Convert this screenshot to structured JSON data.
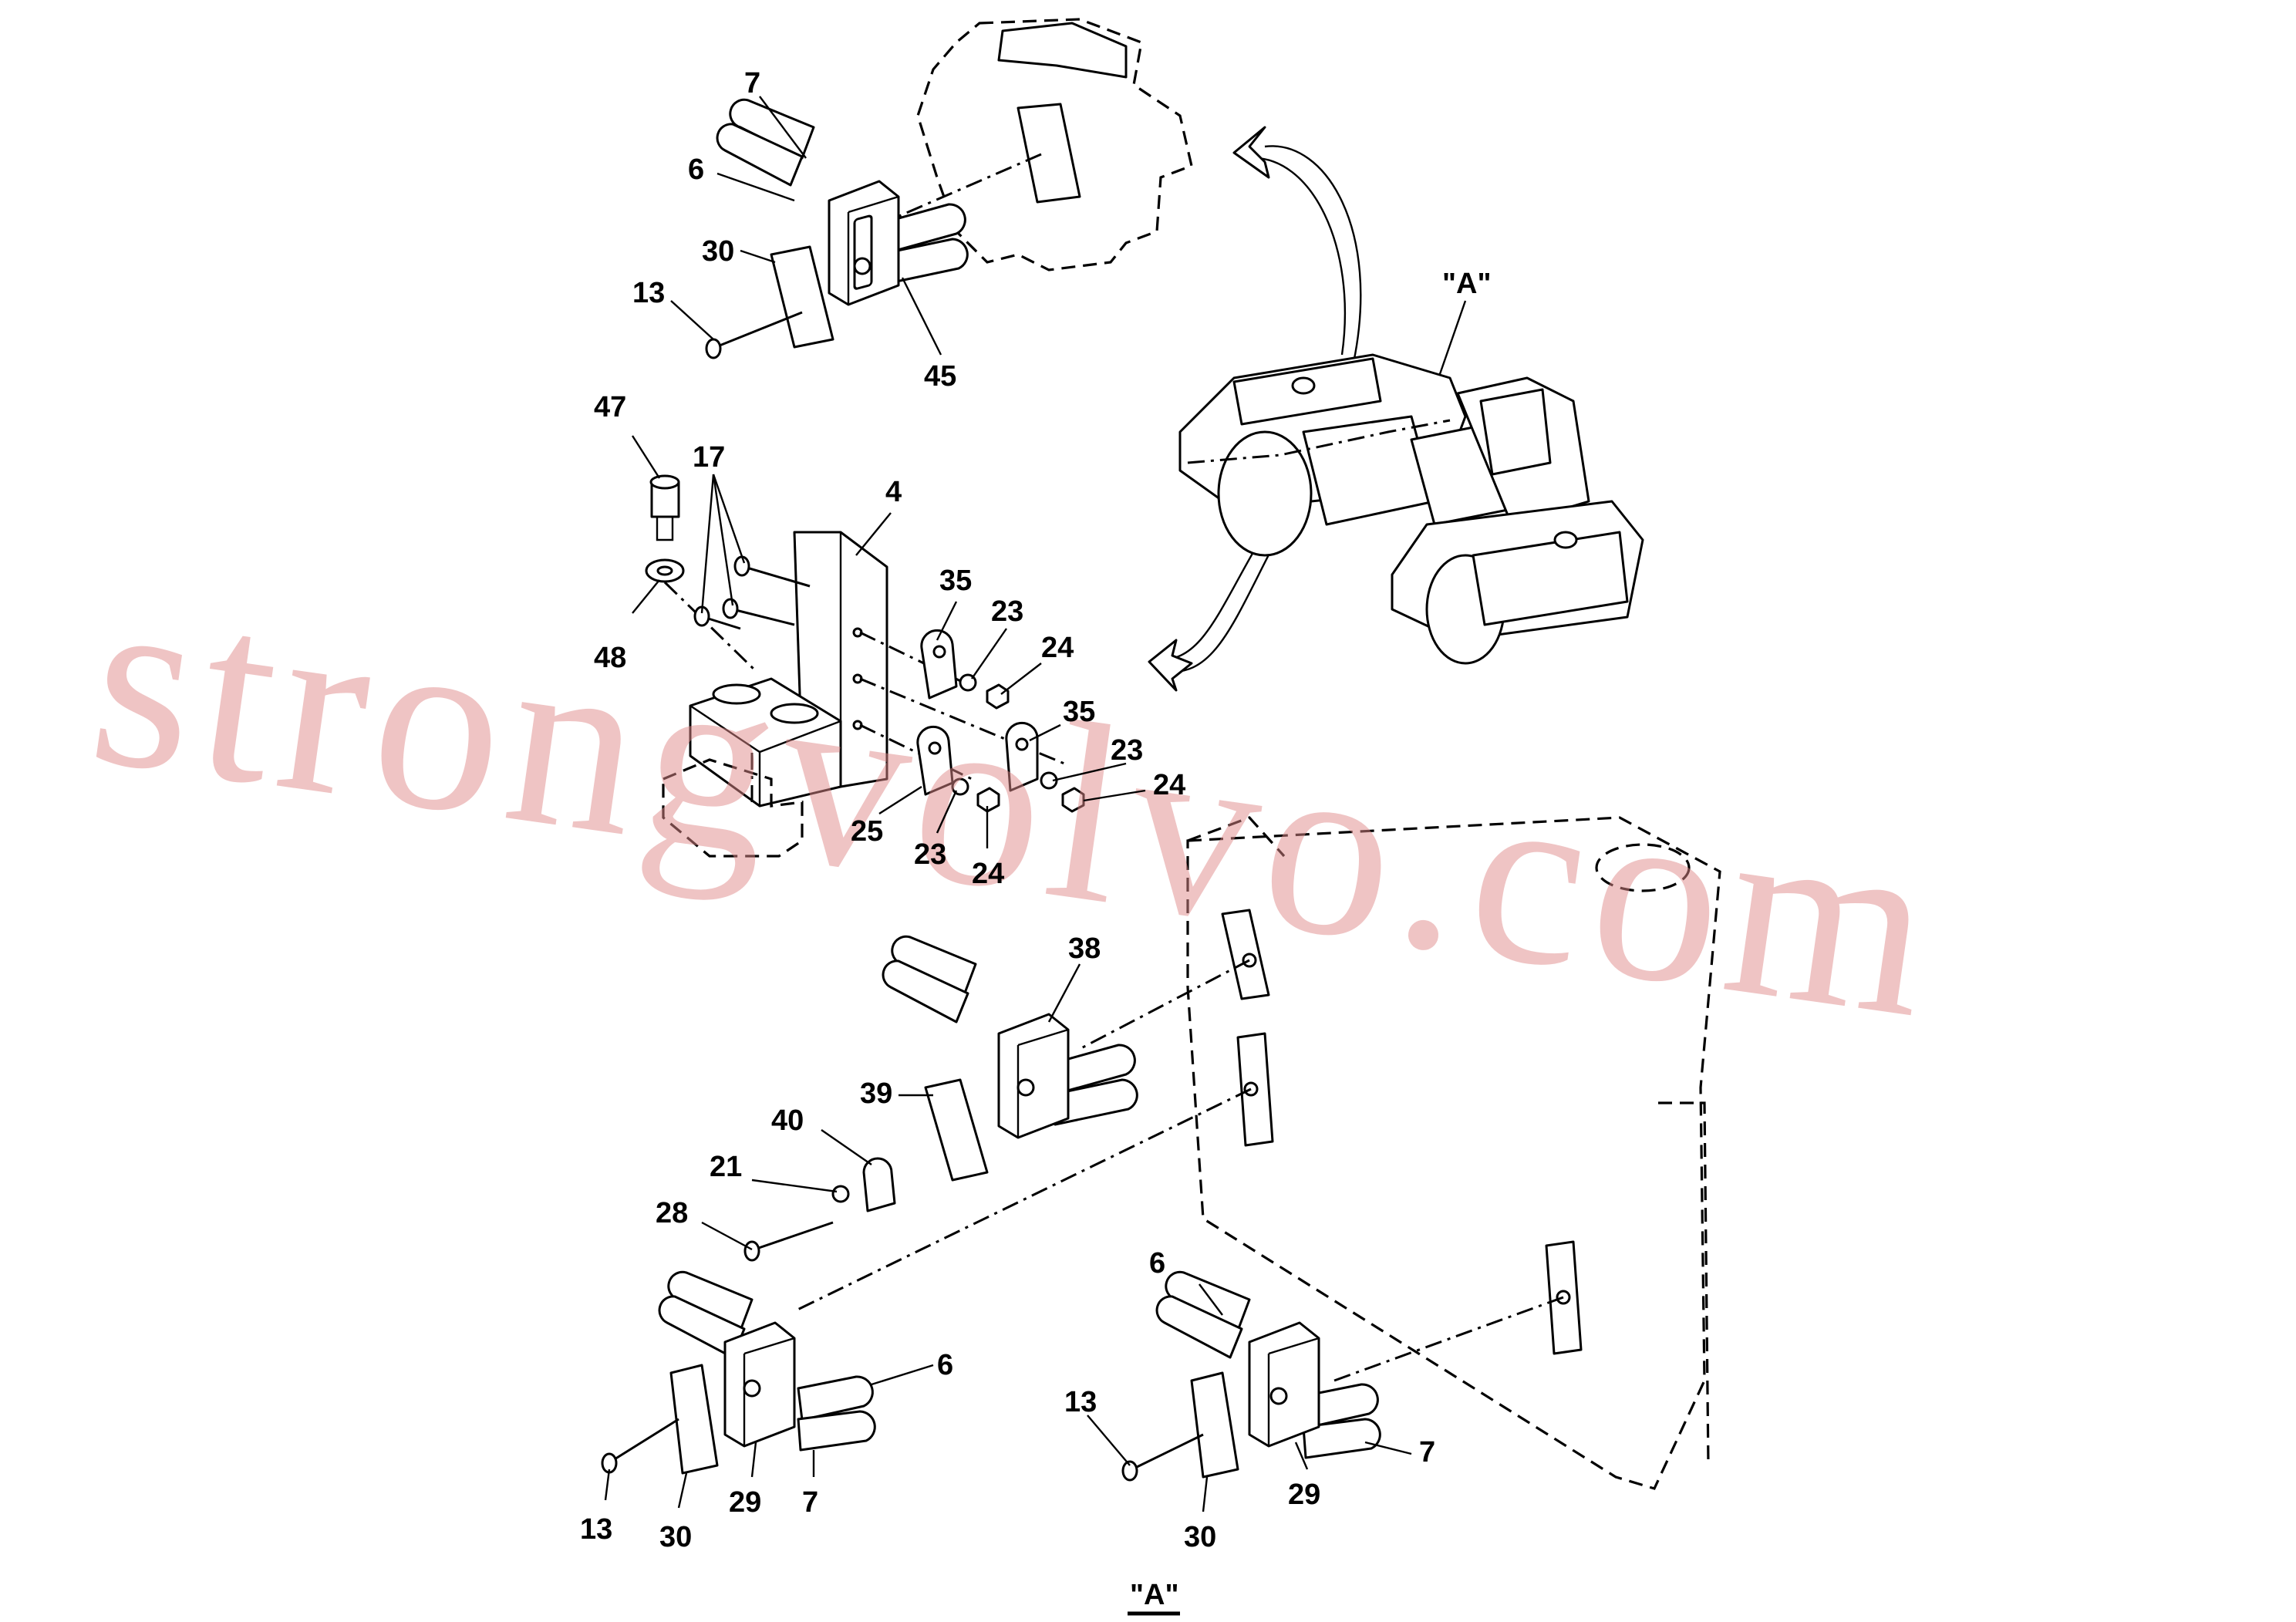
{
  "callouts": {
    "c7a": "7",
    "c6a": "6",
    "c30a": "30",
    "c13a": "13",
    "c45": "45",
    "c47": "47",
    "c17": "17",
    "c4": "4",
    "c48": "48",
    "c35a": "35",
    "c23a": "23",
    "c24a": "24",
    "c35b": "35",
    "c23b": "23",
    "c24b": "24",
    "c25": "25",
    "c23c": "23",
    "c24c": "24",
    "c38": "38",
    "c39": "39",
    "c40": "40",
    "c21": "21",
    "c28": "28",
    "c6b": "6",
    "c13b": "13",
    "c30b": "30",
    "c29a": "29",
    "c7b": "7",
    "c6c": "6",
    "c13c": "13",
    "c30c": "30",
    "c29b": "29",
    "c7c": "7",
    "viewA_label": "\"A\"",
    "viewA_caption": "\"A\""
  },
  "watermark": "strongvolvo.com",
  "colors": {
    "ink": "#000000",
    "watermark": "#e08a8a",
    "paper": "#ffffff"
  }
}
